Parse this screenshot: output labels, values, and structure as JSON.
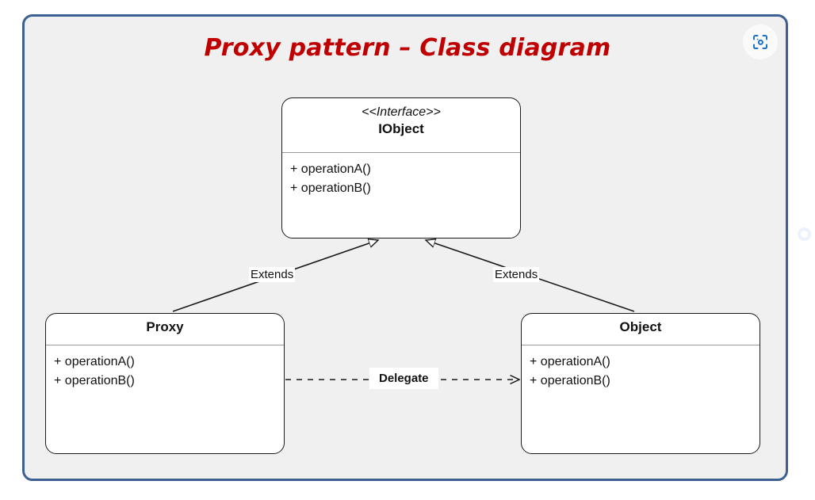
{
  "card": {
    "title": "Proxy pattern – Class diagram",
    "title_color": "#c00000",
    "border_color": "#3c5f94",
    "background_color": "#f0f0f0"
  },
  "toolbar": {
    "scan_icon": "scan-focus-icon",
    "scan_icon_color": "#1a73c8"
  },
  "diagram": {
    "type": "uml-class-diagram",
    "classes": [
      {
        "id": "iobject",
        "stereotype": "<<Interface>>",
        "name": "IObject",
        "members": [
          "+ operationA()",
          "+ operationB()"
        ]
      },
      {
        "id": "proxy",
        "stereotype": "",
        "name": "Proxy",
        "members": [
          "+ operationA()",
          "+ operationB()"
        ]
      },
      {
        "id": "object",
        "stereotype": "",
        "name": "Object",
        "members": [
          "+ operationA()",
          "+ operationB()"
        ]
      }
    ],
    "relations": [
      {
        "id": "proxy-extends-iobject",
        "from": "proxy",
        "to": "iobject",
        "label": "Extends",
        "kind": "generalization",
        "line": "solid",
        "arrow": "hollow-triangle"
      },
      {
        "id": "object-extends-iobject",
        "from": "object",
        "to": "iobject",
        "label": "Extends",
        "kind": "generalization",
        "line": "solid",
        "arrow": "hollow-triangle"
      },
      {
        "id": "proxy-delegates-object",
        "from": "proxy",
        "to": "object",
        "label": "Delegate",
        "kind": "dependency",
        "line": "dashed",
        "arrow": "open-v"
      }
    ]
  }
}
